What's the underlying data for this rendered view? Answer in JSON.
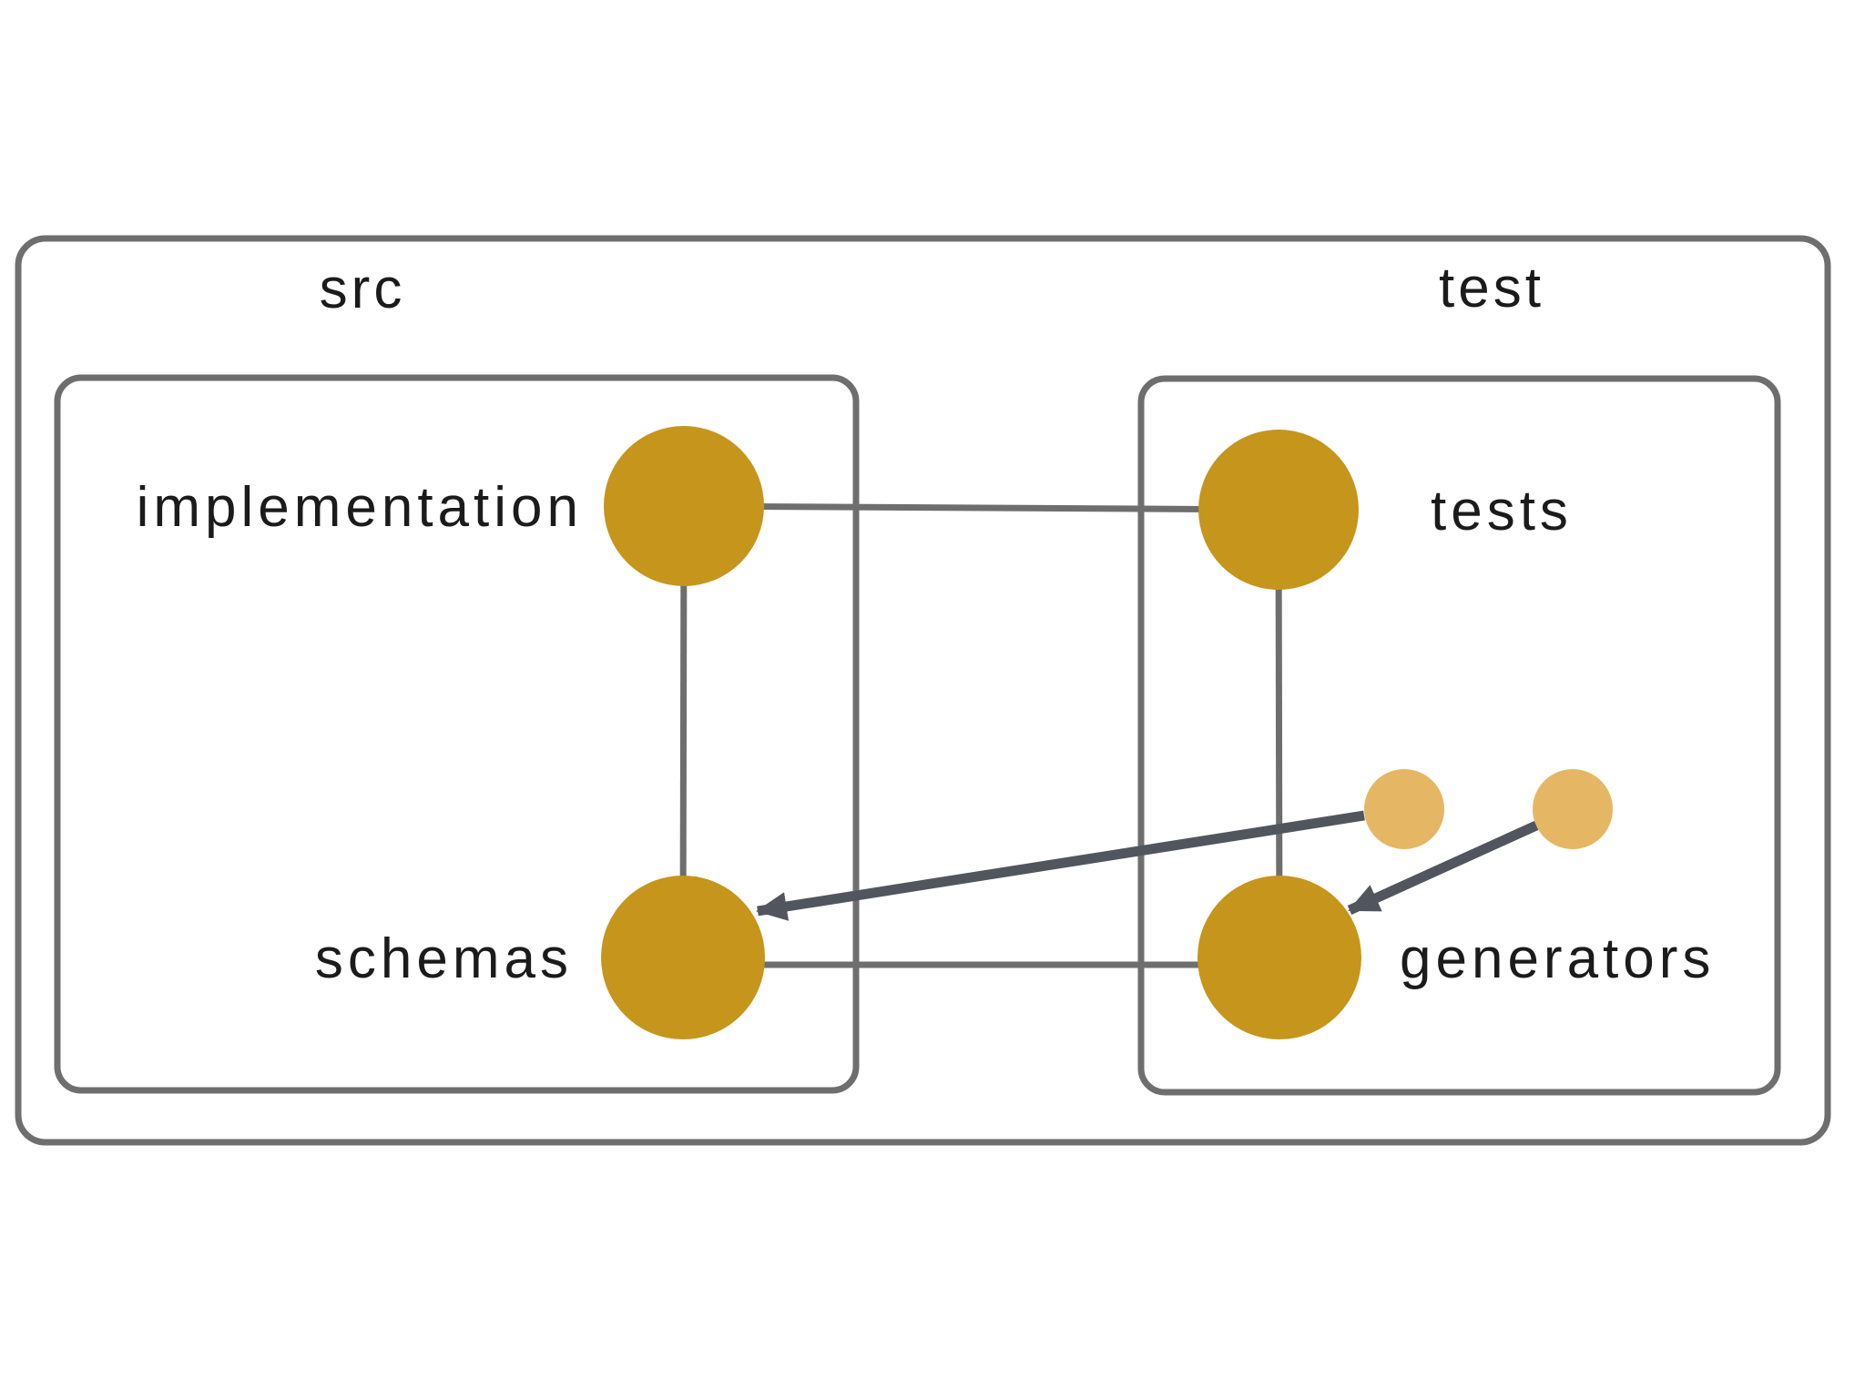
{
  "diagram": {
    "description": "Module dependency diagram with src and test directory groups",
    "groups": [
      {
        "id": "src",
        "label": "src"
      },
      {
        "id": "test",
        "label": "test"
      }
    ],
    "nodes": [
      {
        "id": "implementation",
        "label": "implementation",
        "group": "src",
        "size": "large"
      },
      {
        "id": "schemas",
        "label": "schemas",
        "group": "src",
        "size": "large"
      },
      {
        "id": "tests",
        "label": "tests",
        "group": "test",
        "size": "large"
      },
      {
        "id": "generators",
        "label": "generators",
        "group": "test",
        "size": "large"
      },
      {
        "id": "small-node-1",
        "label": "",
        "group": "test",
        "size": "small"
      },
      {
        "id": "small-node-2",
        "label": "",
        "group": "test",
        "size": "small"
      }
    ],
    "edges": [
      {
        "from": "implementation",
        "to": "tests",
        "type": "plain"
      },
      {
        "from": "implementation",
        "to": "schemas",
        "type": "plain"
      },
      {
        "from": "tests",
        "to": "generators",
        "type": "plain"
      },
      {
        "from": "schemas",
        "to": "generators",
        "type": "plain"
      },
      {
        "from": "small-node-1",
        "to": "schemas",
        "type": "arrow"
      },
      {
        "from": "small-node-2",
        "to": "generators",
        "type": "arrow"
      }
    ],
    "colors": {
      "node_fill": "#c6951c",
      "small_node_fill": "#e5b765",
      "line": "#6e6e6e",
      "arrow": "#51565e",
      "text": "#1b1b1b",
      "background": "#ffffff"
    }
  }
}
